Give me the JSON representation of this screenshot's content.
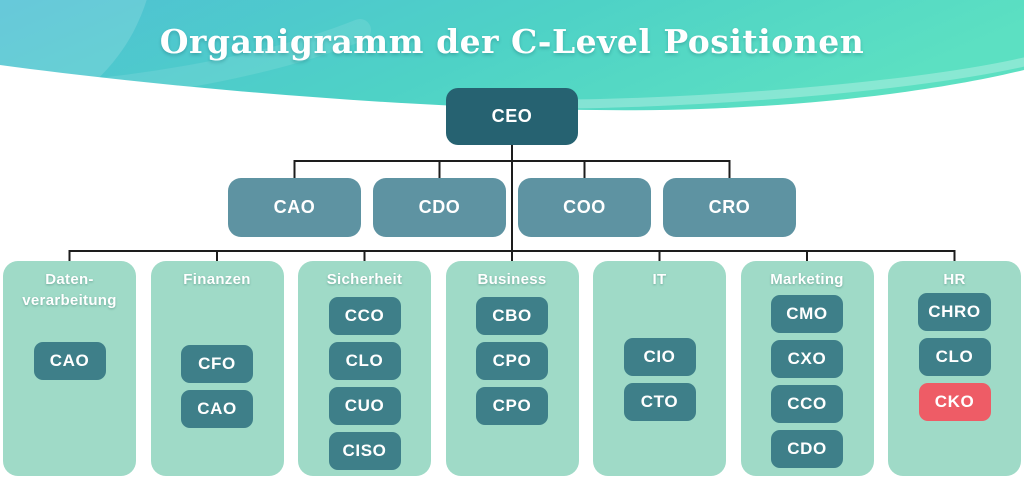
{
  "title": "Organigramm der C-Level Positionen",
  "root": {
    "label": "CEO"
  },
  "level2": [
    {
      "label": "CAO"
    },
    {
      "label": "CDO"
    },
    {
      "label": "COO"
    },
    {
      "label": "CRO"
    }
  ],
  "departments": [
    {
      "name": "Daten-verarbeitung",
      "name_line1": "Daten-",
      "name_line2": "verarbeitung",
      "roles": [
        "CAO"
      ]
    },
    {
      "name": "Finanzen",
      "roles": [
        "CFO",
        "CAO"
      ]
    },
    {
      "name": "Sicherheit",
      "roles": [
        "CCO",
        "CLO",
        "CUO",
        "CISO"
      ]
    },
    {
      "name": "Business",
      "roles": [
        "CBO",
        "CPO",
        "CPO"
      ]
    },
    {
      "name": "IT",
      "roles": [
        "CIO",
        "CTO"
      ]
    },
    {
      "name": "Marketing",
      "roles": [
        "CMO",
        "CXO",
        "CCO",
        "CDO"
      ]
    },
    {
      "name": "HR",
      "roles": [
        "CHRO",
        "CLO",
        "CKO"
      ],
      "highlight_role": "CKO",
      "highlight_index": 2
    }
  ],
  "colors": {
    "header_gradient_start": "#4fc0d4",
    "header_gradient_end": "#5ce0c2",
    "ceo_node": "#266271",
    "level2_node": "#5e93a2",
    "card_background": "#9fdac7",
    "role_node": "#3e7f89",
    "highlight_node": "#ee5c66",
    "connector_line": "#1d1d1d",
    "title_text": "#ffffff"
  }
}
